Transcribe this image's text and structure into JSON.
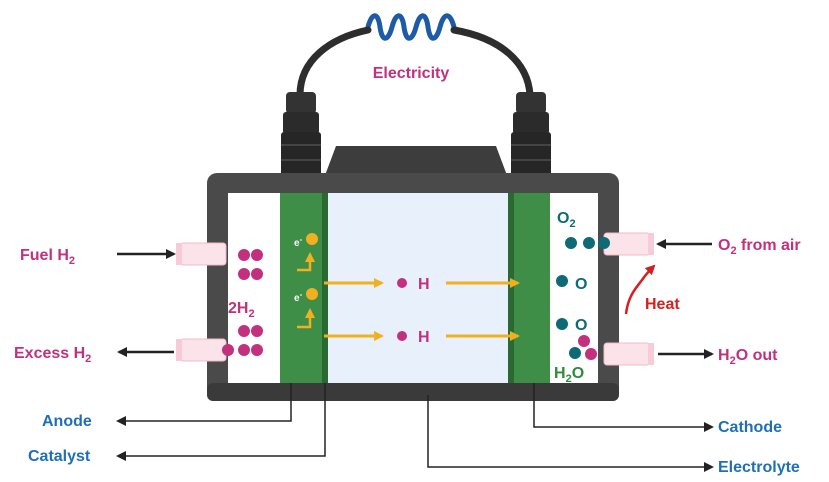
{
  "labels": {
    "electricity": "Electricity",
    "fuel_main": "Fuel H",
    "fuel_sub": "2",
    "excess_main": "Excess H",
    "excess_sub": "2",
    "anode": "Anode",
    "catalyst": "Catalyst",
    "cathode": "Cathode",
    "electrolyte": "Electrolyte",
    "o2_air_main": "O",
    "o2_air_sub": "2",
    "o2_air_rest": " from air",
    "h2o_out_main": "H",
    "h2o_out_sub": "2",
    "h2o_out_rest": "O out",
    "heat": "Heat",
    "h2_inside_coef": "2H",
    "h2_inside_sub": "2",
    "electron_main": "e",
    "electron_sup": "-",
    "proton_1": "H",
    "proton_2": "H",
    "o2_inside_main": "O",
    "o2_inside_sub": "2",
    "o_atom_1": "O",
    "o_atom_2": "O",
    "h2o_inside_main": "H",
    "h2o_inside_sub": "2",
    "h2o_inside_rest": "O"
  },
  "colors": {
    "hydrogen": "#c2307e",
    "oxygen": "#0f6a78",
    "electron": "#f0b020",
    "electrode": "#3e8e47",
    "electrolyte": "#e8f1fb",
    "casing": "#4a4a4a",
    "label_blue": "#1f6fb5",
    "heat": "#d42020"
  }
}
